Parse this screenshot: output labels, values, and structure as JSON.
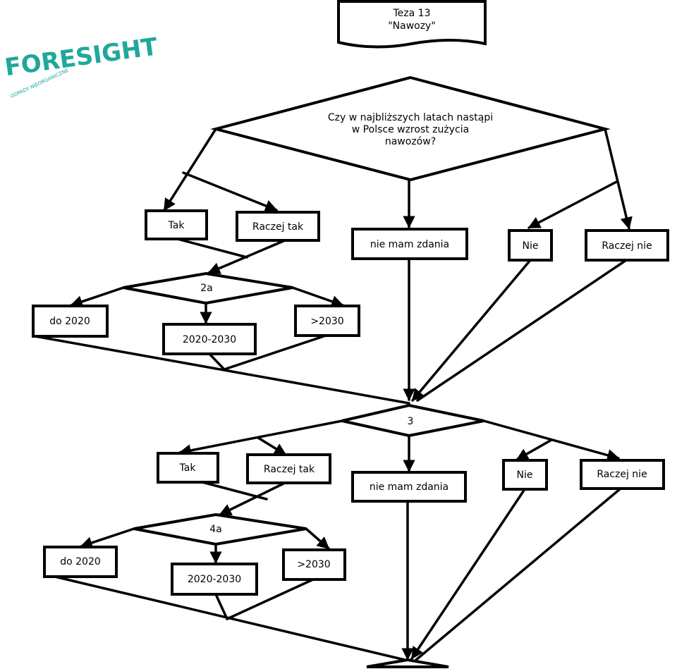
{
  "logo": {
    "name": "FORESIGHT",
    "sub": "ODPADY NIEORGANICZNE",
    "color": "#1fa89a"
  },
  "title": {
    "line1": "Teza 13",
    "line2": "\"Nawozy\""
  },
  "question": {
    "line1": "Czy w najbliższych latach nastąpi",
    "line2": "w Polsce wzrost zużycia",
    "line3": "nawozów?"
  },
  "level1": {
    "tak": "Tak",
    "raczej_tak": "Raczej tak",
    "nie_mam_zdania": "nie mam zdania",
    "nie": "Nie",
    "raczej_nie": "Raczej nie"
  },
  "node_2a": {
    "label": "2a",
    "do_2020": "do 2020",
    "range": "2020-2030",
    "after": ">2030"
  },
  "node_3": {
    "label": "3"
  },
  "level3": {
    "tak": "Tak",
    "raczej_tak": "Raczej tak",
    "nie_mam_zdania": "nie mam zdania",
    "nie": "Nie",
    "raczej_nie": "Raczej nie"
  },
  "node_4a": {
    "label": "4a",
    "do_2020": "do 2020",
    "range": "2020-2030",
    "after": ">2030"
  }
}
